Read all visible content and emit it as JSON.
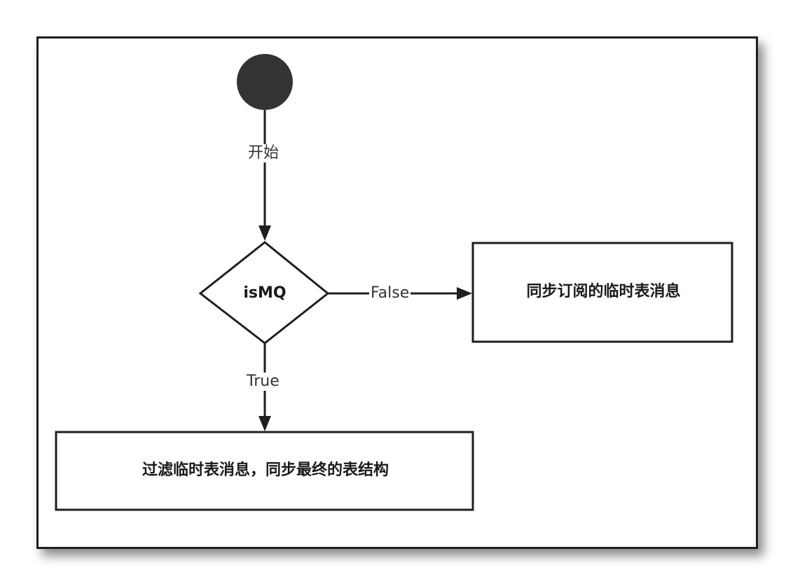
{
  "diagram": {
    "nodes": {
      "start": {
        "type": "initial-state"
      },
      "decision": {
        "label": "isMQ"
      },
      "false_action": {
        "label": "同步订阅的临时表消息"
      },
      "true_action": {
        "label": "过滤临时表消息，同步最终的表结构"
      }
    },
    "edges": {
      "start_to_decision": {
        "label": "开始"
      },
      "decision_false": {
        "label": "False"
      },
      "decision_true": {
        "label": "True"
      }
    },
    "colors": {
      "stroke": "#1f1f1f",
      "fill_start": "#333333",
      "text": "#1a1a1a",
      "edge_text": "#333333"
    }
  }
}
